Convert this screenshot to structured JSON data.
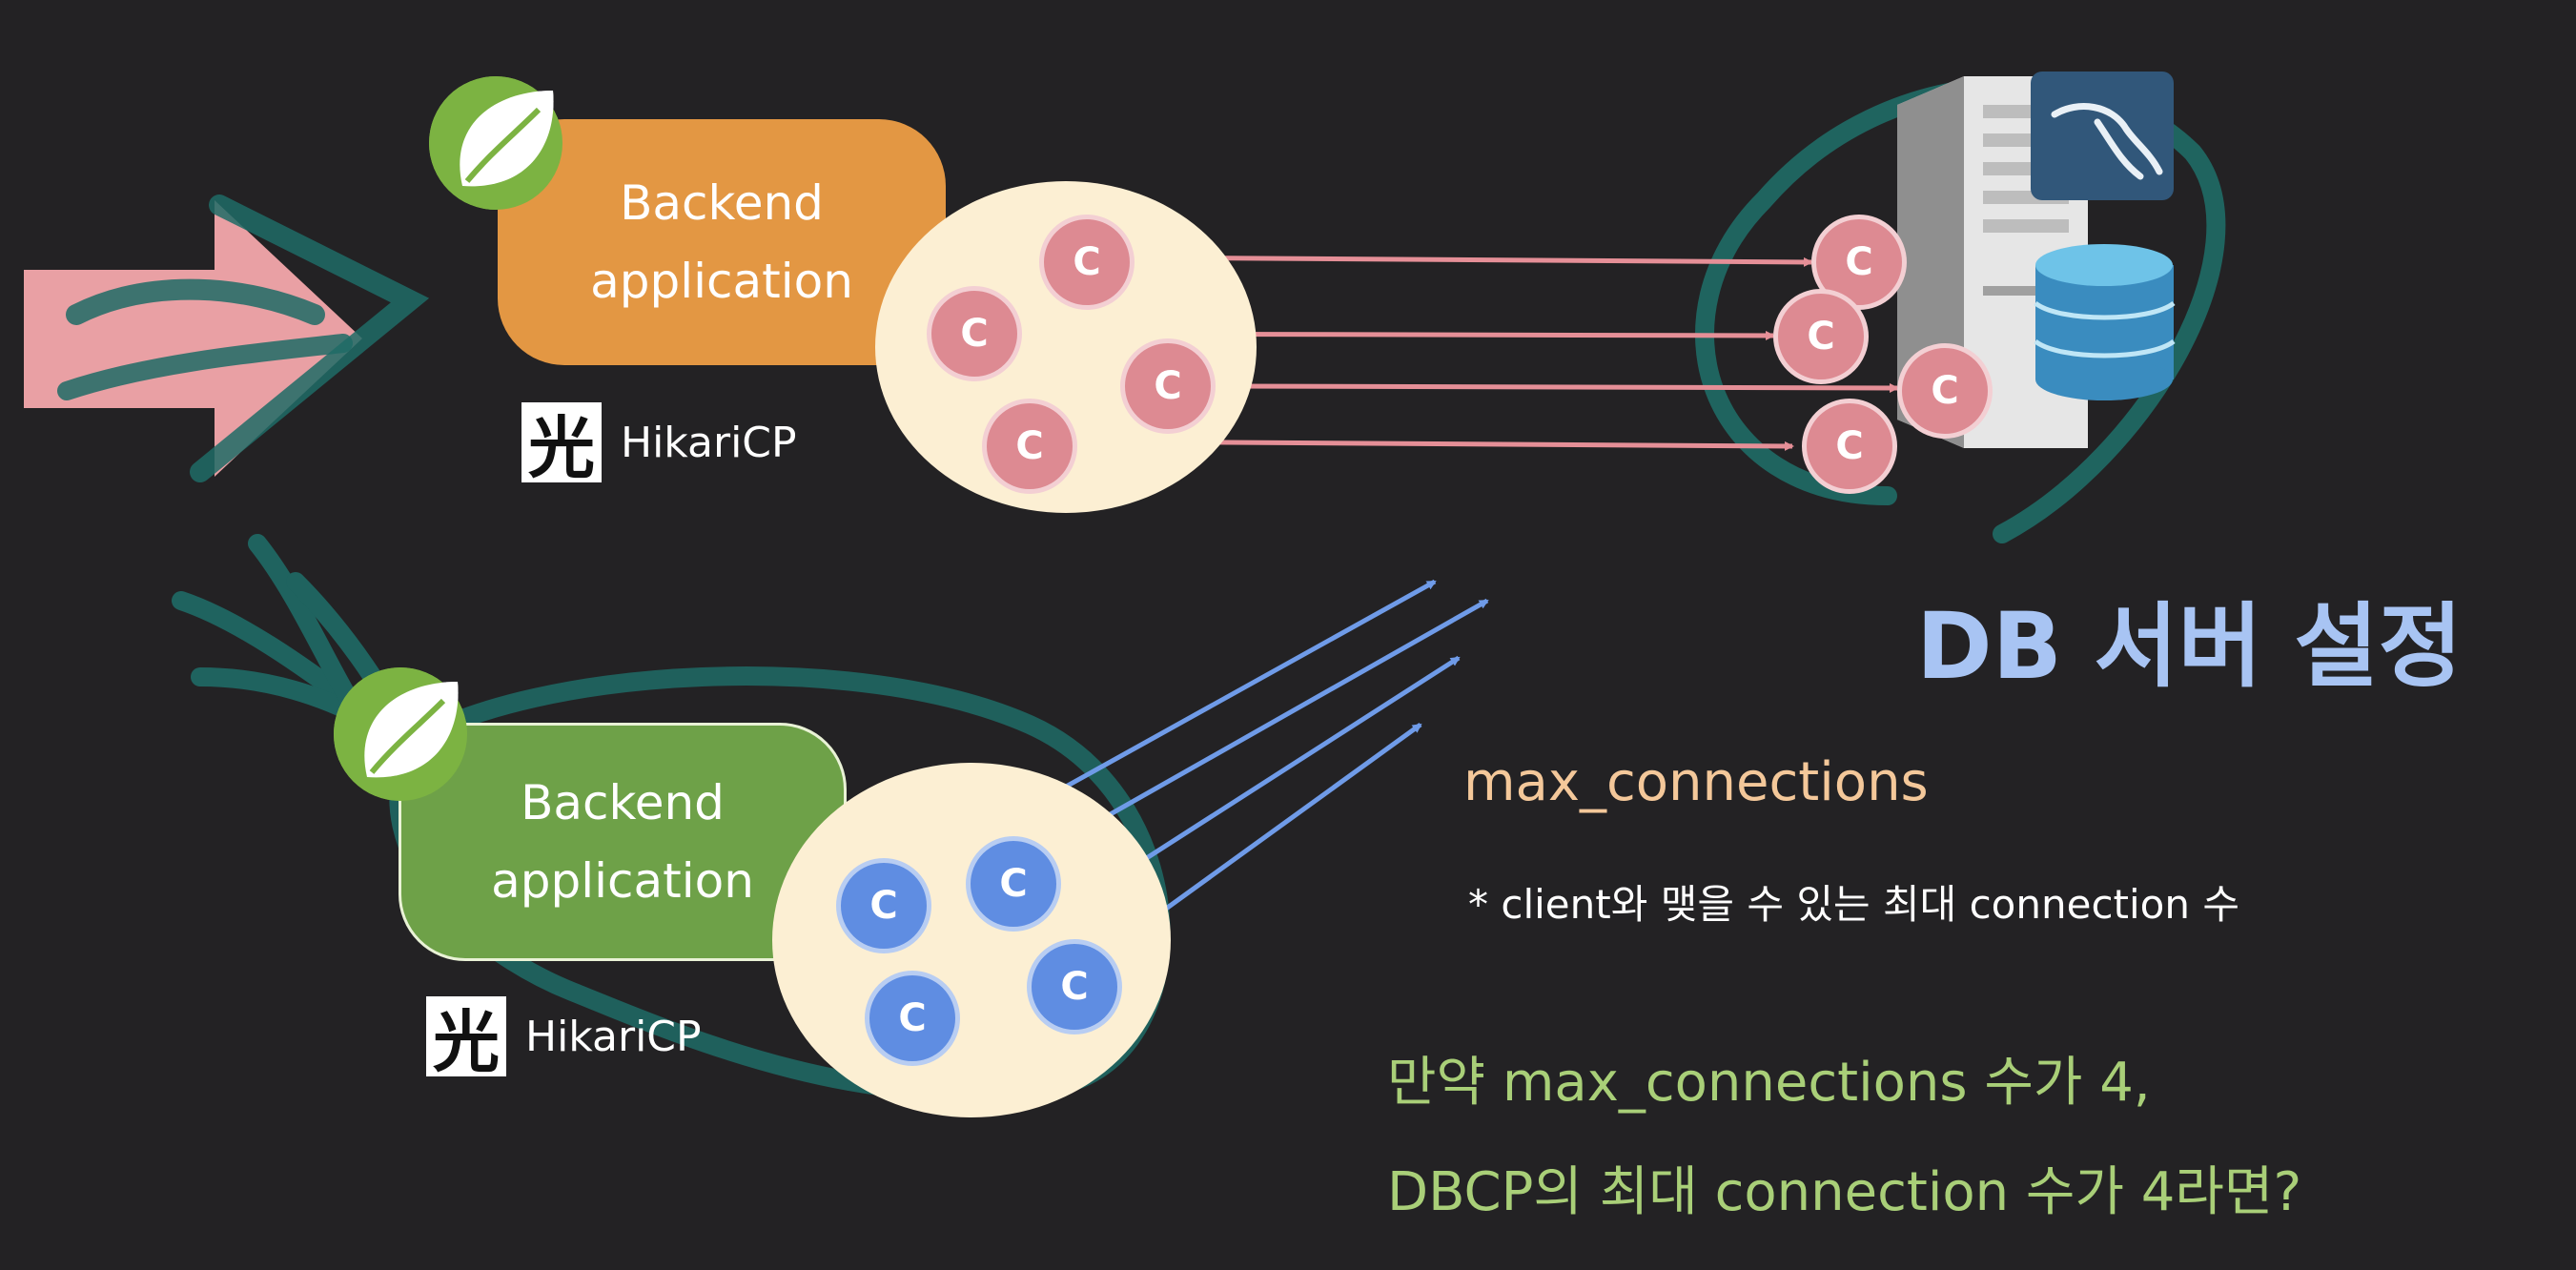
{
  "upper": {
    "app_label_line1": "Backend",
    "app_label_line2": "application",
    "pool_name": "HikariCP",
    "pool_connections": [
      "C",
      "C",
      "C",
      "C"
    ],
    "db_connections": [
      "C",
      "C",
      "C",
      "C"
    ]
  },
  "lower": {
    "app_label_line1": "Backend",
    "app_label_line2": "application",
    "pool_name": "HikariCP",
    "pool_connections": [
      "C",
      "C",
      "C",
      "C"
    ]
  },
  "hikari_logo_char": "光",
  "db_title": "DB 서버 설정",
  "max_connections_label": "max_connections",
  "max_connections_desc": "* client와 맺을 수 있는 최대 connection 수",
  "question_line1": "만약 max_connections 수가 4,",
  "question_line2": "DBCP의 최대 connection 수가 4라면?",
  "colors": {
    "background": "#232224",
    "app_orange": "#e39743",
    "app_green": "#6ea148",
    "pool": "#fcefd3",
    "conn_pink": "#dd8a92",
    "conn_blue": "#5f8de2",
    "teal_annotation": "#1f6b66",
    "db_title": "#a8c4f3",
    "max_conn_label": "#f4c89a",
    "question": "#a9cf78"
  },
  "icons": [
    "spring-leaf-icon",
    "hikari-logo-icon",
    "mysql-dolphin-icon",
    "database-cylinder-icon",
    "server-icon",
    "request-arrow-icon"
  ]
}
